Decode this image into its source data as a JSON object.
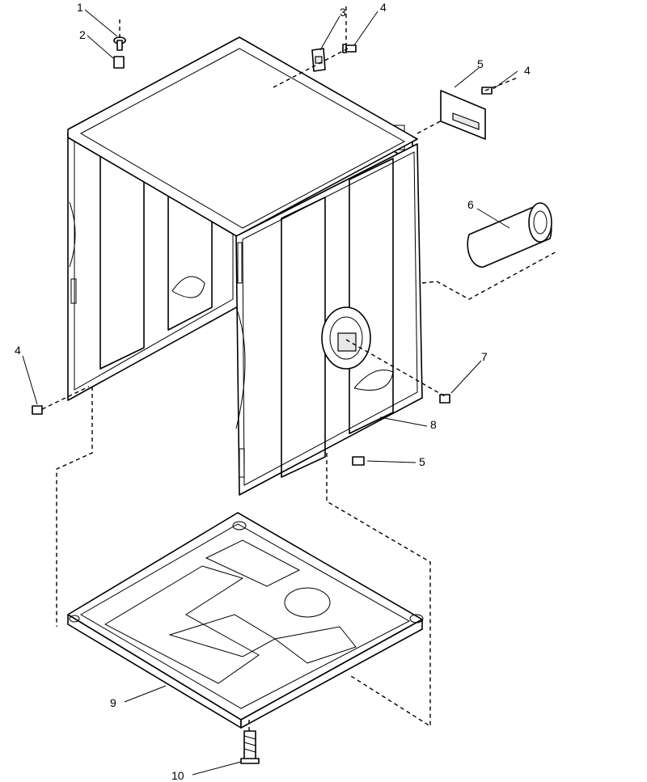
{
  "diagram": {
    "callouts": [
      {
        "id": "c1",
        "label": "1"
      },
      {
        "id": "c2",
        "label": "2"
      },
      {
        "id": "c3",
        "label": "3"
      },
      {
        "id": "c4a",
        "label": "4"
      },
      {
        "id": "c5a",
        "label": "5"
      },
      {
        "id": "c4b",
        "label": "4"
      },
      {
        "id": "c6",
        "label": "6"
      },
      {
        "id": "c4c",
        "label": "4"
      },
      {
        "id": "c7",
        "label": "7"
      },
      {
        "id": "c8",
        "label": "8"
      },
      {
        "id": "c5b",
        "label": "5"
      },
      {
        "id": "c9",
        "label": "9"
      },
      {
        "id": "c10",
        "label": "10"
      }
    ]
  }
}
